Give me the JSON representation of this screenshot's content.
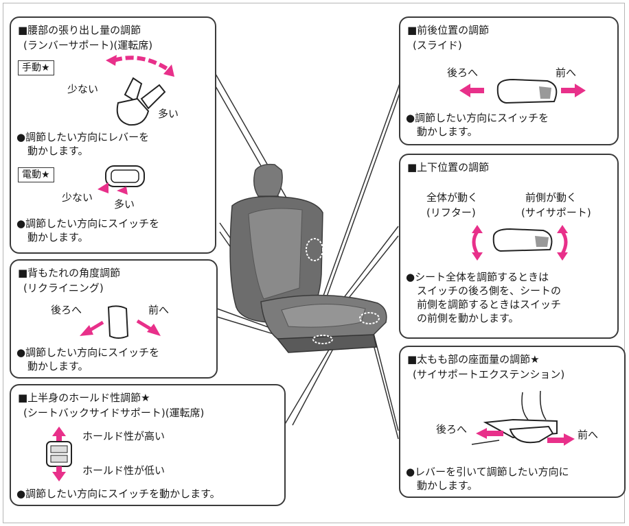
{
  "lumbar": {
    "title": "■腰部の張り出し量の調節",
    "subtitle": "(ランバーサポート)(運転席)",
    "manual_tag": "手動★",
    "manual_less": "少ない",
    "manual_more": "多い",
    "manual_desc1": "●調節したい方向にレバーを",
    "manual_desc2": "動かします。",
    "power_tag": "電動★",
    "power_less": "少ない",
    "power_more": "多い",
    "power_desc1": "●調節したい方向にスイッチを",
    "power_desc2": "動かします。"
  },
  "recline": {
    "title": "■背もたれの角度調節",
    "subtitle": "(リクライニング)",
    "back": "後ろへ",
    "front": "前へ",
    "desc1": "●調節したい方向にスイッチを",
    "desc2": "動かします。"
  },
  "side_support": {
    "title": "■上半身のホールド性調節★",
    "subtitle": "(シートバックサイドサポート)(運転席)",
    "high": "ホールド性が高い",
    "low": "ホールド性が低い",
    "desc": "●調節したい方向にスイッチを動かします。"
  },
  "slide": {
    "title": "■前後位置の調節",
    "subtitle": "(スライド)",
    "back": "後ろへ",
    "front": "前へ",
    "desc1": "●調節したい方向にスイッチを",
    "desc2": "動かします。"
  },
  "height": {
    "title": "■上下位置の調節",
    "lift_label1": "全体が動く",
    "lift_label2": "(リフター)",
    "thigh_label1": "前側が動く",
    "thigh_label2": "(サイサポート)",
    "desc1": "●シート全体を調節するときは",
    "desc2": "スイッチの後ろ側を、シートの",
    "desc3": "前側を調節するときはスイッチ",
    "desc4": "の前側を動かします。"
  },
  "thigh_ext": {
    "title": "■太もも部の座面量の調節★",
    "subtitle": "(サイサポートエクステンション)",
    "back": "後ろへ",
    "front": "前へ",
    "desc1": "●レバーを引いて調節したい方向に",
    "desc2": "動かします。"
  },
  "colors": {
    "arrow": "#e8308a",
    "border": "#3a3a3a",
    "seat": "#6a6a6a"
  }
}
